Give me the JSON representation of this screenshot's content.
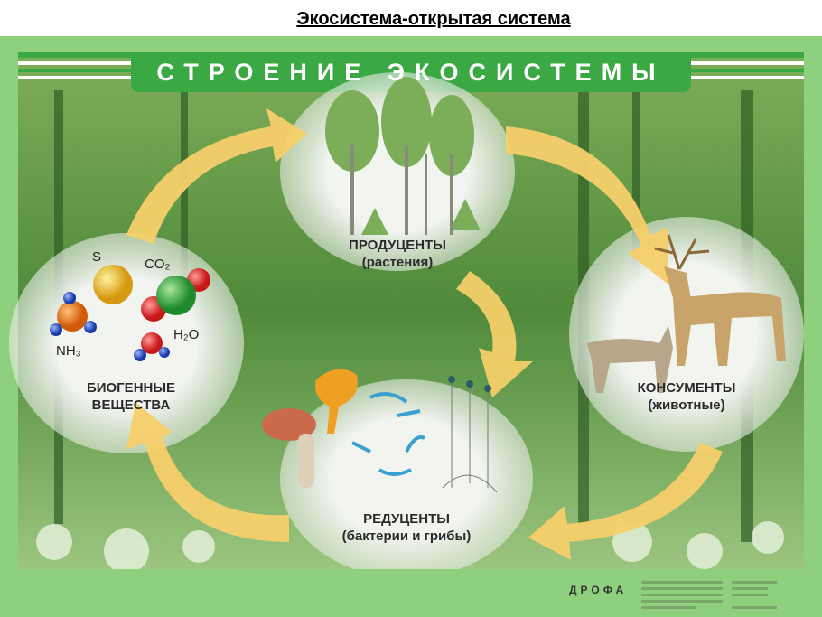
{
  "page_title": "Экосистема-открытая система",
  "poster": {
    "banner": "СТРОЕНИЕ ЭКОСИСТЕМЫ",
    "nodes": {
      "producers": {
        "title": "ПРОДУЦЕНТЫ",
        "subtitle": "(растения)"
      },
      "consumers": {
        "title": "КОНСУМЕНТЫ",
        "subtitle": "(животные)"
      },
      "decomposers": {
        "title": "РЕДУЦЕНТЫ",
        "subtitle": "(бактерии и грибы)"
      },
      "biogenic": {
        "title": "БИОГЕННЫЕ",
        "title2": "ВЕЩЕСТВА"
      }
    },
    "molecules": {
      "s": "S",
      "co2": "CO₂",
      "nh3": "NH₃",
      "h2o": "H₂O"
    },
    "publisher": "ДРОФА"
  },
  "colors": {
    "frame": "#8fd07e",
    "banner": "#3aa843",
    "arrow": "#f5cf6a"
  }
}
